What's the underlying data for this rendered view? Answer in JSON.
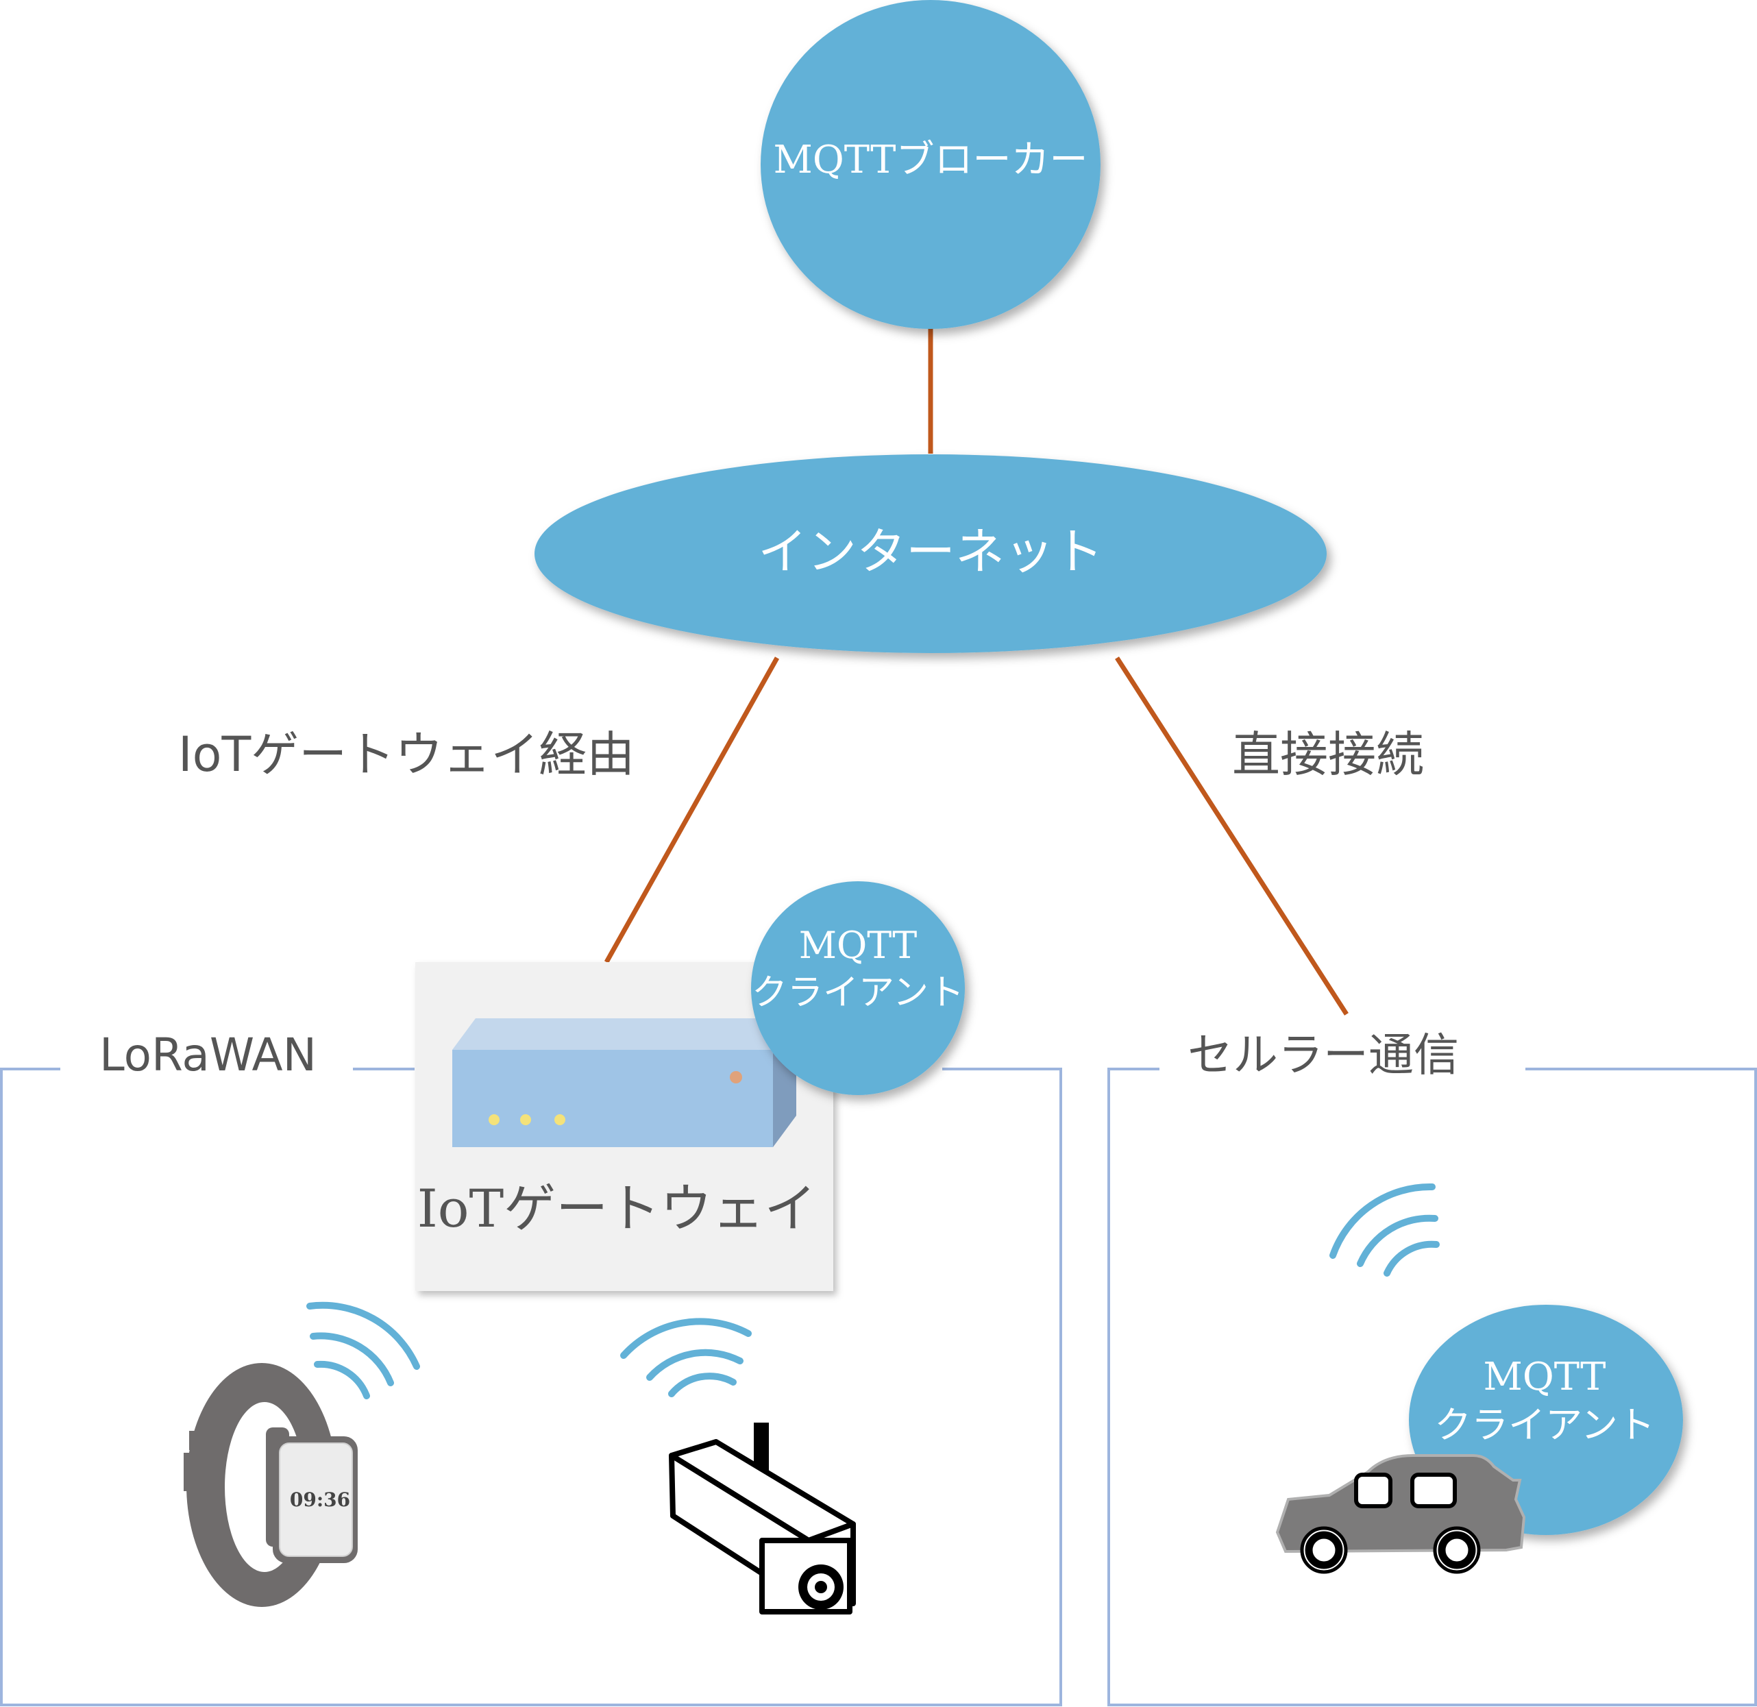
{
  "nodes": {
    "broker": {
      "label": "MQTTブローカー"
    },
    "internet": {
      "label": "インターネット"
    },
    "gateway": {
      "label": "IoTゲートウェイ"
    },
    "gateway_client": {
      "line1": "MQTT",
      "line2": "クライアント"
    },
    "car_client": {
      "line1": "MQTT",
      "line2": "クライアント"
    }
  },
  "edges": {
    "via_gateway_label": "IoTゲートウェイ経由",
    "direct_label": "直接接続"
  },
  "groups": {
    "lorawan": {
      "label": "LoRaWAN"
    },
    "cellular": {
      "label": "セルラー通信"
    }
  },
  "devices": {
    "watch": {
      "display": "09:36"
    }
  },
  "icons": [
    "smartwatch-icon",
    "camera-icon",
    "car-icon",
    "wifi-signal-icon",
    "gateway-device-icon"
  ],
  "colors": {
    "node_fill": "#62b1d7",
    "edge": "#c0581c",
    "group_border": "#9db5de",
    "label_text": "#555555",
    "node_text": "#ffffff",
    "signal": "#62b1d7",
    "gateway_panel": "#f1f1f1"
  }
}
